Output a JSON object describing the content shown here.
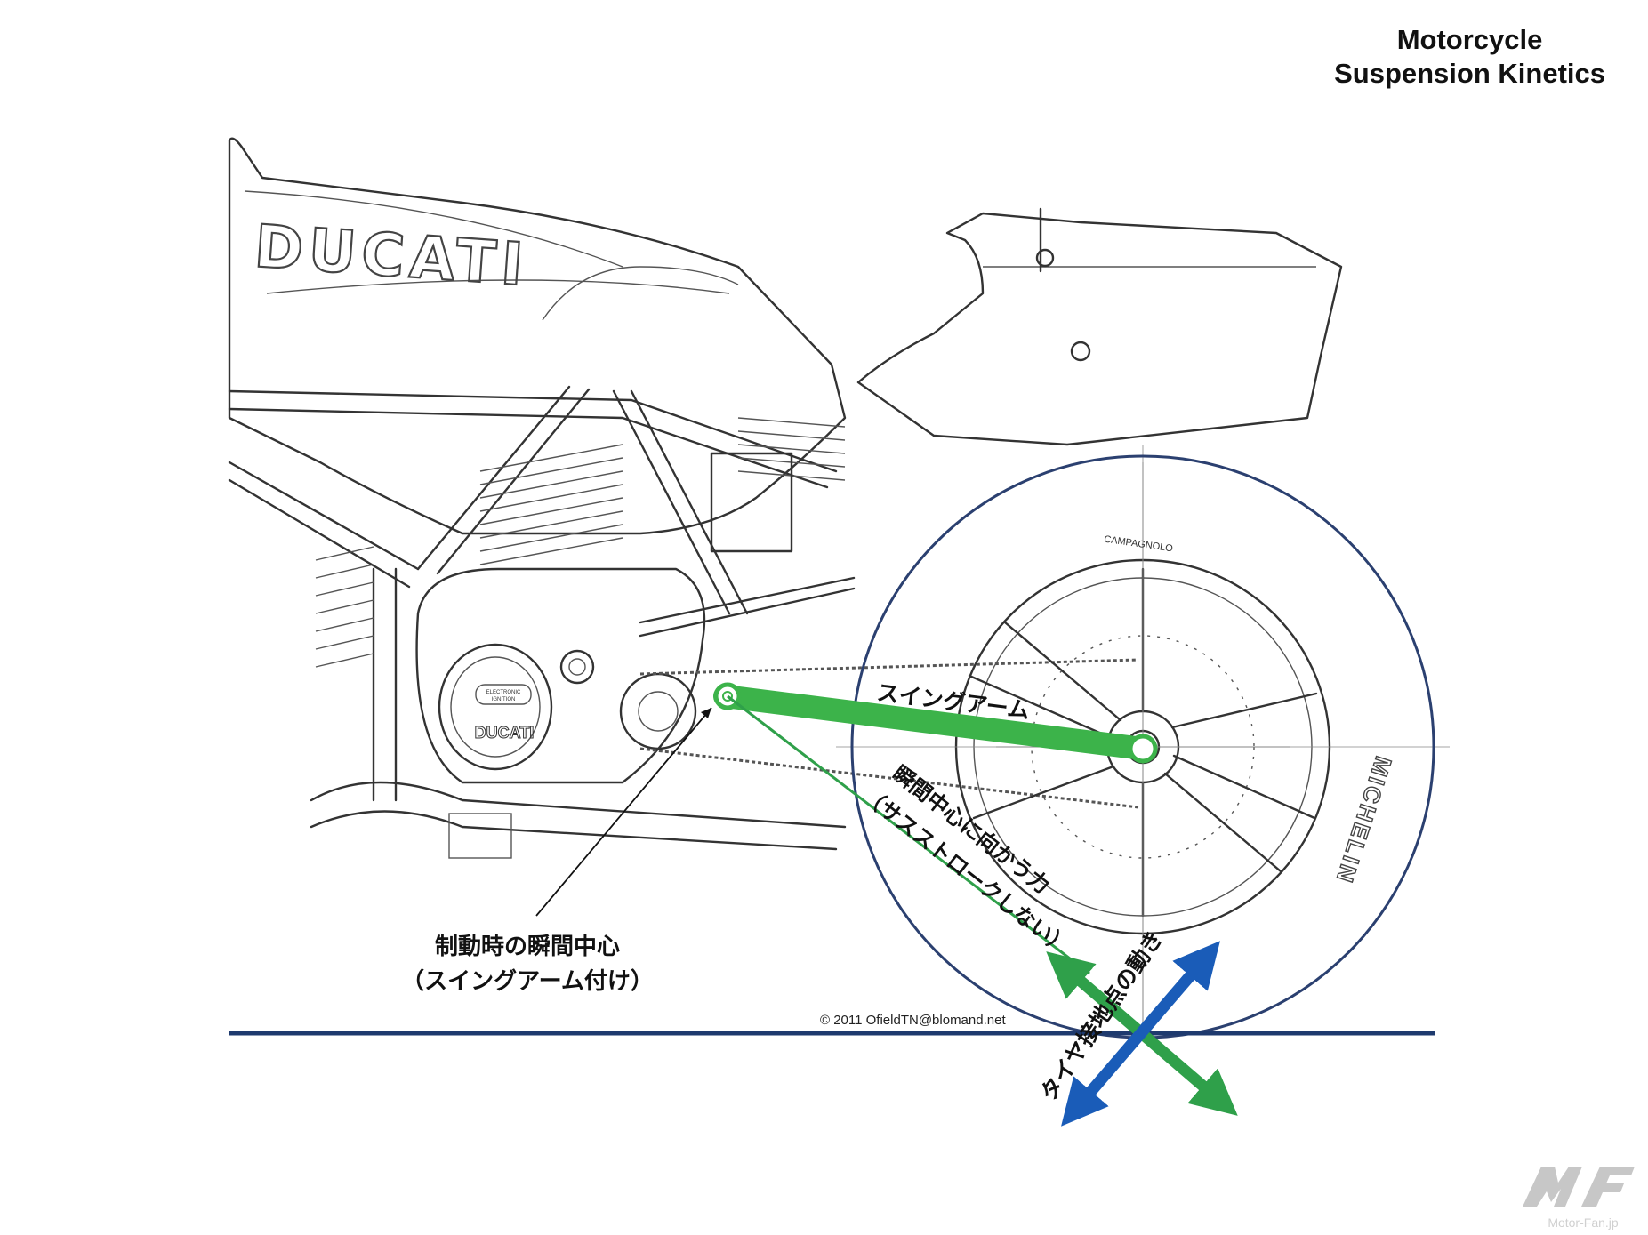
{
  "header": {
    "title_line1": "Motorcycle",
    "title_line2": "Suspension Kinetics"
  },
  "drawing": {
    "brand_text": "DUCATI",
    "case_brand_text": "DUCATI",
    "ignition_badge_line1": "ELECTRONIC",
    "ignition_badge_line2": "IGNITION",
    "wheel_brand_text": "CAMPAGNOLO",
    "tire_brand_text": "MICHELIN",
    "copyright": "© 2011 OfieldTN@blomand.net"
  },
  "labels": {
    "swingarm": "スイングアーム",
    "force_line1": "瞬間中心に向かう力",
    "force_line2": "（サスストロークしない）",
    "ic_line1": "制動時の瞬間中心",
    "ic_line2": "（スイングアーム付け）",
    "tire_motion": "タイヤ接地点の動き"
  },
  "watermark": {
    "logo": "MF",
    "site": "Motor-Fan.jp"
  },
  "colors": {
    "swingarm_green": "#3cb34a",
    "force_green": "#2fa04a",
    "wheel_outline": "#2b4070",
    "ground_line": "#1e3a6e",
    "motion_blue": "#1a5cb8"
  }
}
